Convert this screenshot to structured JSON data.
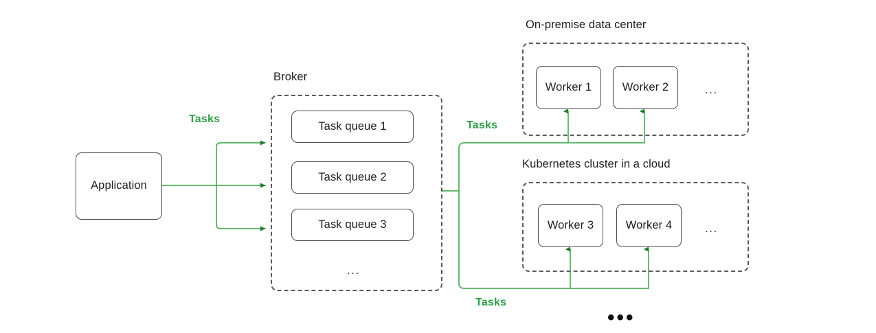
{
  "diagram": {
    "title_hidden": "Distributed task queue architecture",
    "colors": {
      "wire": "#4eae5b",
      "wire_arrow": "#1f7a2e",
      "label_text": "#2e9e47",
      "node_border": "#4a4a55",
      "group_border": "#5a5a63",
      "text": "#1c1c1c",
      "background": "#ffffff"
    },
    "application": {
      "label": "Application"
    },
    "broker": {
      "title": "Broker",
      "queues": [
        {
          "label": "Task queue 1"
        },
        {
          "label": "Task queue 2"
        },
        {
          "label": "Task queue 3"
        }
      ],
      "more": "..."
    },
    "on_premise": {
      "title": "On-premise data center",
      "workers": [
        {
          "label": "Worker 1"
        },
        {
          "label": "Worker 2"
        }
      ],
      "more": "..."
    },
    "kubernetes": {
      "title": "Kubernetes cluster in a cloud",
      "workers": [
        {
          "label": "Worker 3"
        },
        {
          "label": "Worker 4"
        }
      ],
      "more": "..."
    },
    "more_clusters": "•••",
    "wire_labels": {
      "app_to_broker": "Tasks",
      "broker_to_onprem": "Tasks",
      "broker_to_k8s": "Tasks"
    }
  }
}
